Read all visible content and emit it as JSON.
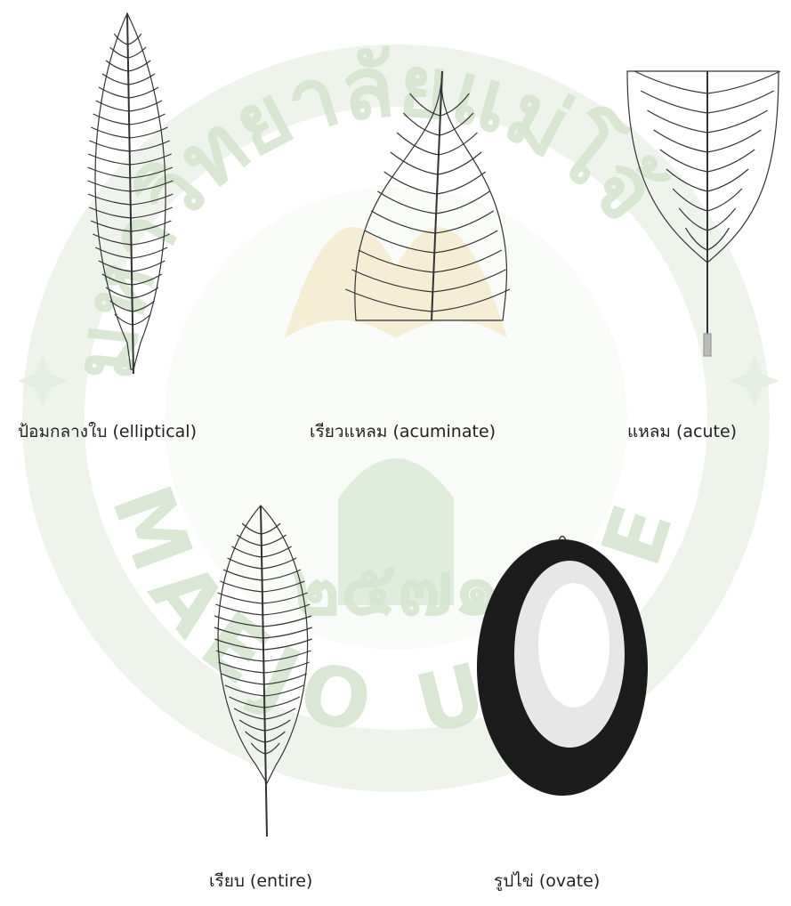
{
  "colors": {
    "watermark_green": "#c9dcc4",
    "watermark_gold": "#f1e2b6",
    "line": "#333333",
    "ovate_fill": "#1c1c1c"
  },
  "watermark": {
    "arc_top_text": "มหาวิทยาลัยแม่โจ้",
    "arc_bottom_text": "MAEJO UNIVERSITY",
    "center_text": "๒๕๗๑"
  },
  "figures": [
    {
      "name": "elliptical-leaf",
      "caption": "ป้อมกลางใบ (elliptical)"
    },
    {
      "name": "acuminate-leaf",
      "caption": "เรียวแหลม (acuminate)"
    },
    {
      "name": "acute-leaf",
      "caption": "แหลม (acute)"
    },
    {
      "name": "entire-leaf",
      "caption": "เรียบ (entire)"
    },
    {
      "name": "ovate-shape",
      "caption": "รูปไข่ (ovate)"
    }
  ]
}
